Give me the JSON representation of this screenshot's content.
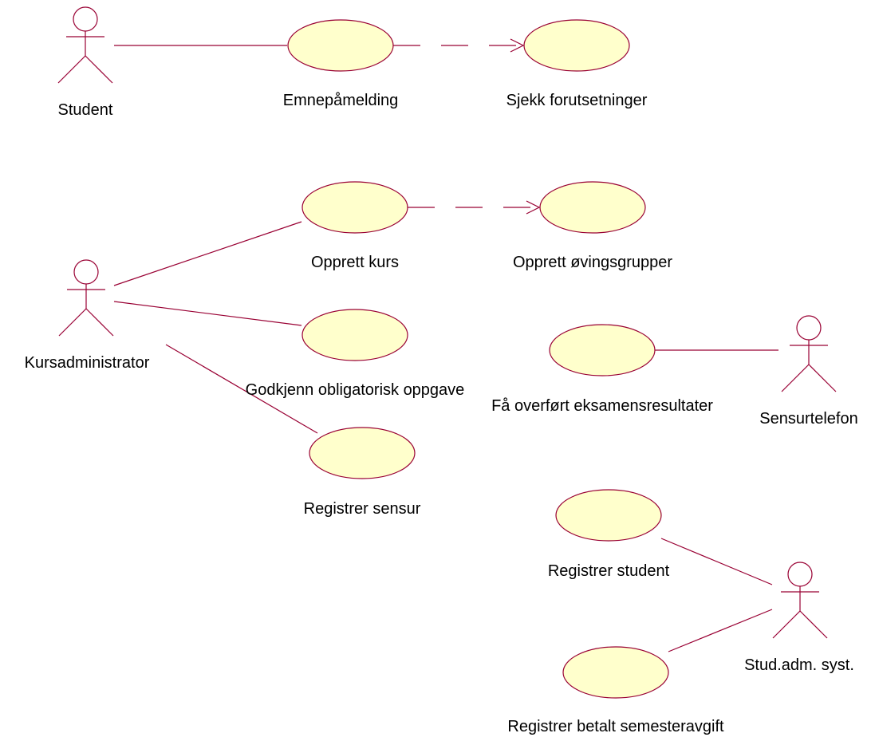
{
  "colors": {
    "line": "#990033",
    "use_case_fill": "#ffffcc",
    "background": "#ffffff"
  },
  "actors": {
    "student": "Student",
    "kursadministrator": "Kursadministrator",
    "sensurtelefon": "Sensurtelefon",
    "studadm": "Stud.adm. syst."
  },
  "use_cases": {
    "emnepamelding": "Emnepåmelding",
    "sjekk_forutsetninger": "Sjekk forutsetninger",
    "opprett_kurs": "Opprett kurs",
    "opprett_ovingsgrupper": "Opprett øvingsgrupper",
    "godkjenn_oppgave": "Godkjenn obligatorisk oppgave",
    "registrer_sensur": "Registrer sensur",
    "fa_overfort": "Få overført eksamensresultater",
    "registrer_student": "Registrer student",
    "registrer_semesteravgift": "Registrer betalt semesteravgift"
  },
  "relations": [
    {
      "from": "Student",
      "to": "Emnepåmelding",
      "kind": "association"
    },
    {
      "from": "Emnepåmelding",
      "to": "Sjekk forutsetninger",
      "kind": "dependency"
    },
    {
      "from": "Kursadministrator",
      "to": "Opprett kurs",
      "kind": "association"
    },
    {
      "from": "Opprett kurs",
      "to": "Opprett øvingsgrupper",
      "kind": "dependency"
    },
    {
      "from": "Kursadministrator",
      "to": "Godkjenn obligatorisk oppgave",
      "kind": "association"
    },
    {
      "from": "Kursadministrator",
      "to": "Registrer sensur",
      "kind": "association"
    },
    {
      "from": "Sensurtelefon",
      "to": "Få overført eksamensresultater",
      "kind": "association"
    },
    {
      "from": "Stud.adm. syst.",
      "to": "Registrer student",
      "kind": "association"
    },
    {
      "from": "Stud.adm. syst.",
      "to": "Registrer betalt semesteravgift",
      "kind": "association"
    }
  ]
}
